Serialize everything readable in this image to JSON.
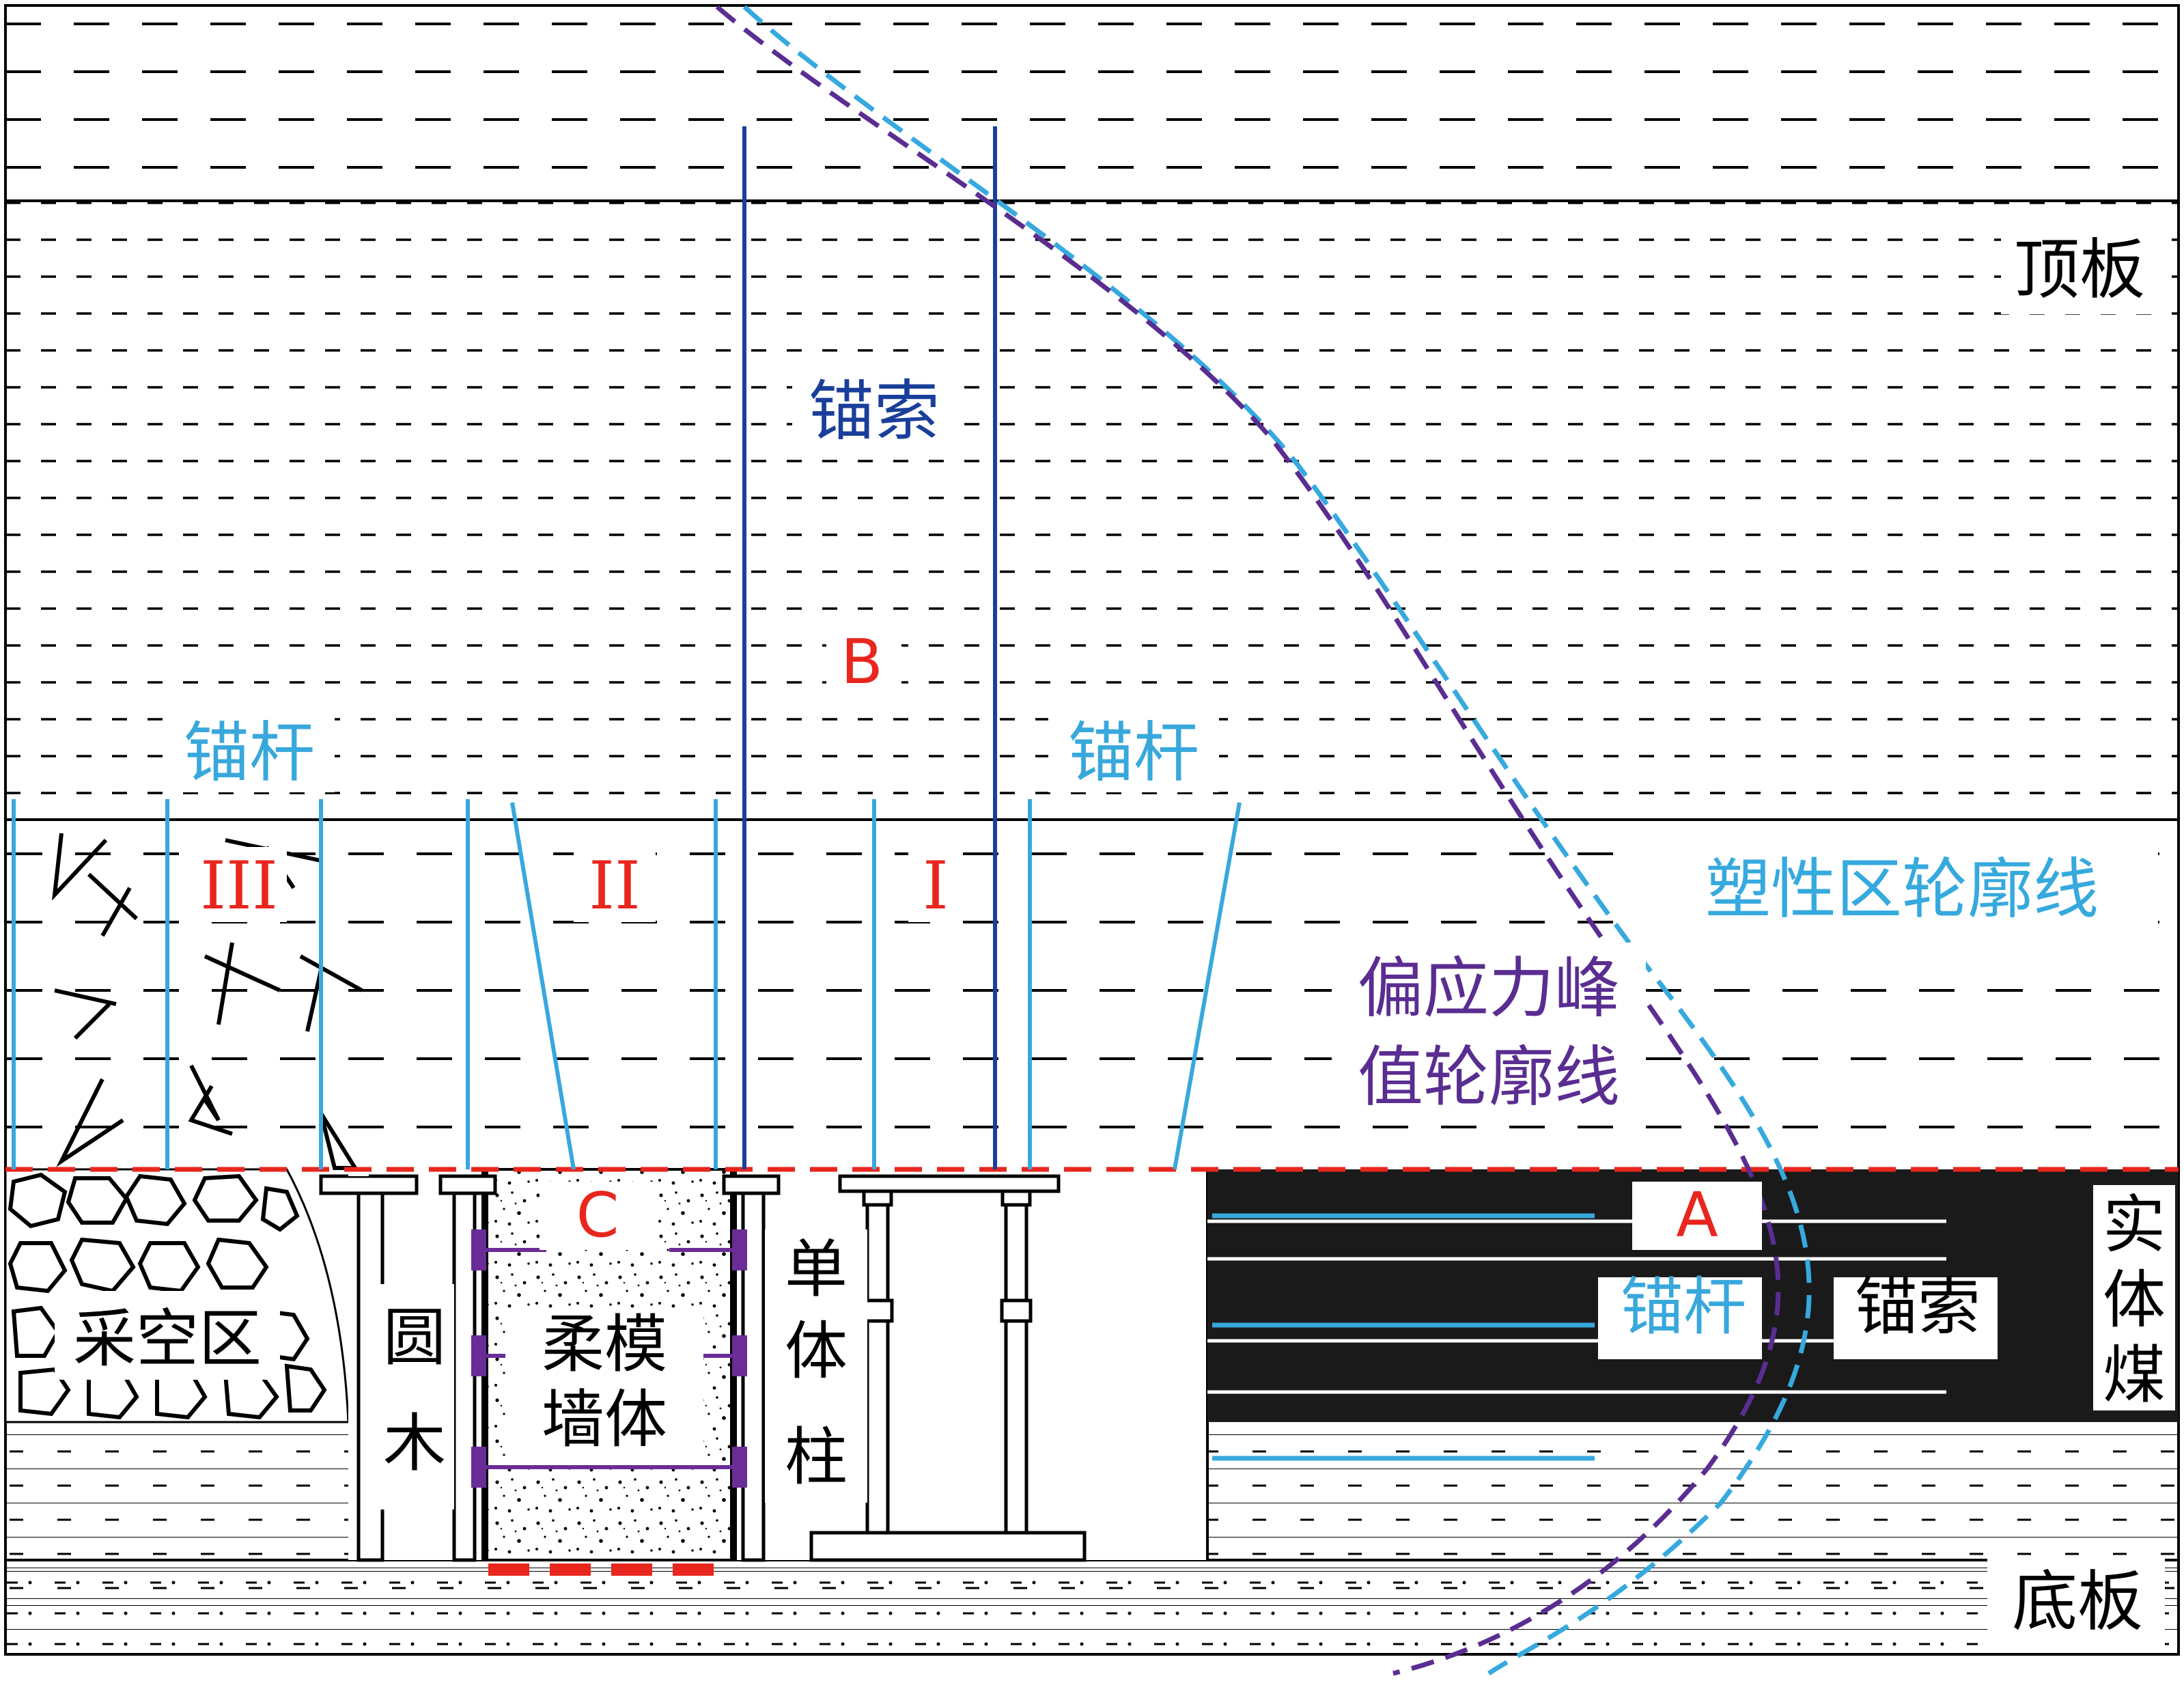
{
  "labels": {
    "roof": "顶板",
    "floor": "底板",
    "anchor_cable_top": "锚索",
    "anchor_rod_left": "锚杆",
    "anchor_rod_right": "锚杆",
    "anchor_rod_coal": "锚杆",
    "anchor_cable_coal": "锚索",
    "plastic_zone": "塑性区轮廓线",
    "stress_peak_line1": "偏应力峰",
    "stress_peak_line2": "值轮廓线",
    "solid_coal_1": "实",
    "solid_coal_2": "体",
    "solid_coal_3": "煤",
    "goaf": "采空区",
    "log_1": "圆",
    "log_2": "木",
    "wall_1": "柔模",
    "wall_2": "墙体",
    "prop_1": "单",
    "prop_2": "体",
    "prop_3": "柱",
    "zone_A": "A",
    "zone_B": "B",
    "zone_C": "C",
    "zone_I": "I",
    "zone_II": "II",
    "zone_III": "III"
  },
  "colors": {
    "rod": "#38a8dc",
    "cable": "#1a3f9a",
    "plastic": "#36a9de",
    "stress": "#5a2d91",
    "red": "#e8261e",
    "black": "#1a1a1a",
    "purple_plate": "#6a2c96"
  }
}
